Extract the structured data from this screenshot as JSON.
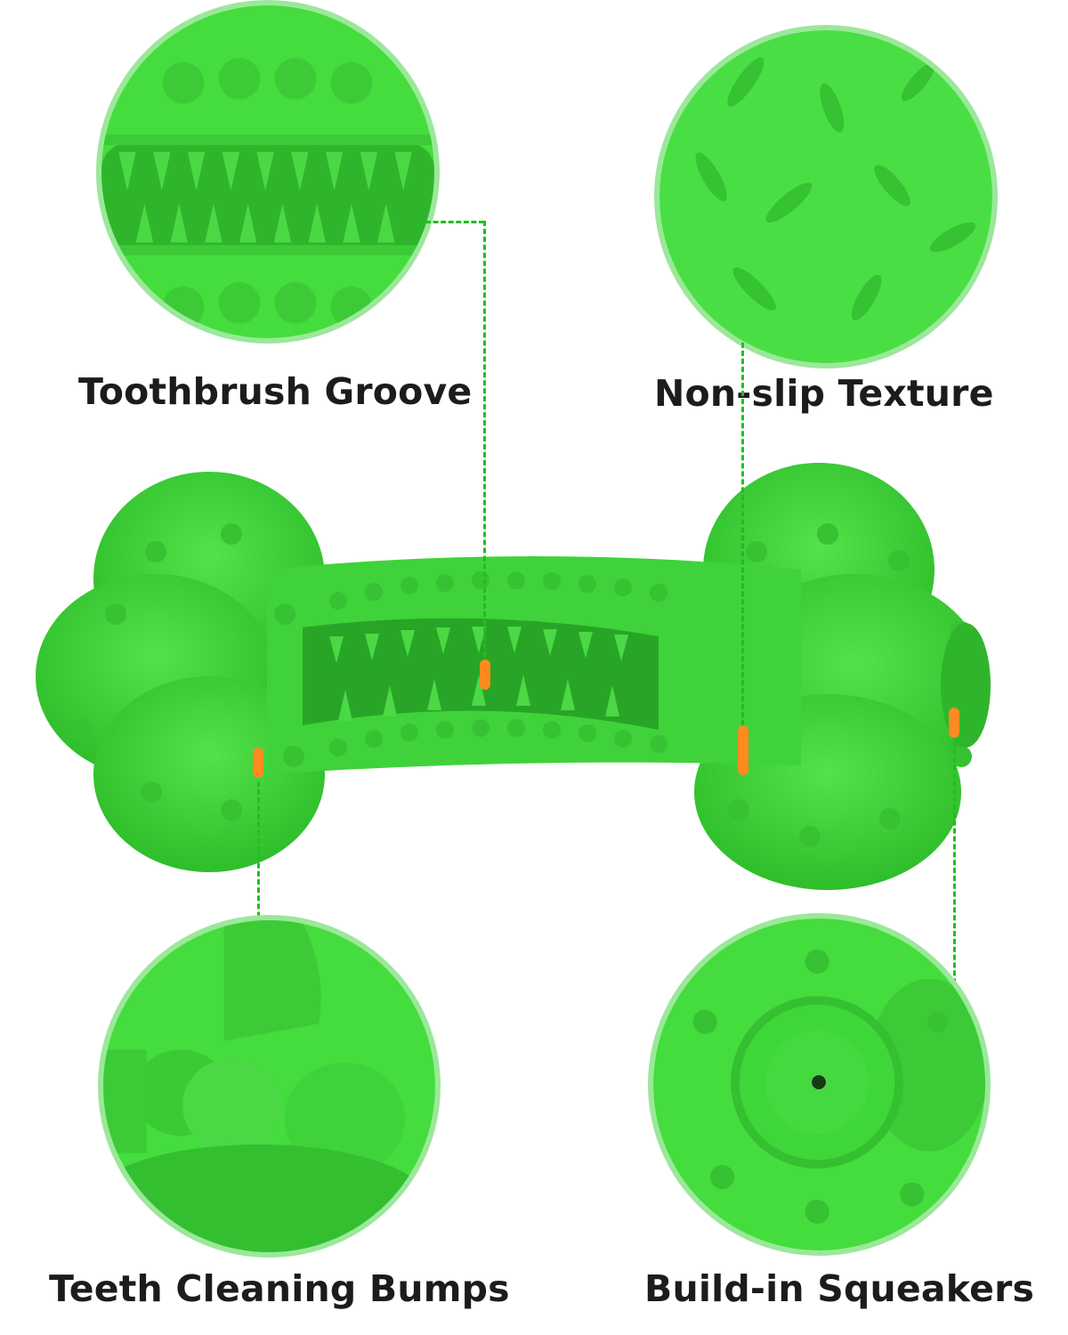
{
  "features": [
    {
      "id": "toothbrush-groove",
      "label": "Toothbrush Groove"
    },
    {
      "id": "non-slip-texture",
      "label": "Non-slip Texture"
    },
    {
      "id": "teeth-cleaning-bumps",
      "label": "Teeth Cleaning Bumps"
    },
    {
      "id": "build-in-squeakers",
      "label": "Build-in Squeakers"
    }
  ],
  "colors": {
    "product_green": "#3fd63a",
    "dark_green": "#24a82a",
    "ring_green": "#9be89a",
    "callout_line": "#1fbf1f",
    "marker_orange": "#ff8a1f",
    "label_text": "#1c1c1c"
  }
}
